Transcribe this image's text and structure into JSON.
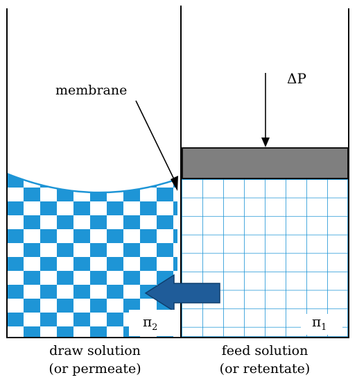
{
  "labels": {
    "membrane": "membrane",
    "delta_p": "ΔP",
    "pi_left_base": "π",
    "pi_left_sub": "2",
    "pi_right_base": "π",
    "pi_right_sub": "1",
    "left_caption_line1": "draw solution",
    "left_caption_line2": "(or permeate)",
    "right_caption_line1": "feed solution",
    "right_caption_line2": "(or retentate)"
  },
  "colors": {
    "liquid": "#1e95d6",
    "piston": "#7f7f7f",
    "flow_arrow": "#1f5c99",
    "outline": "#000000"
  }
}
